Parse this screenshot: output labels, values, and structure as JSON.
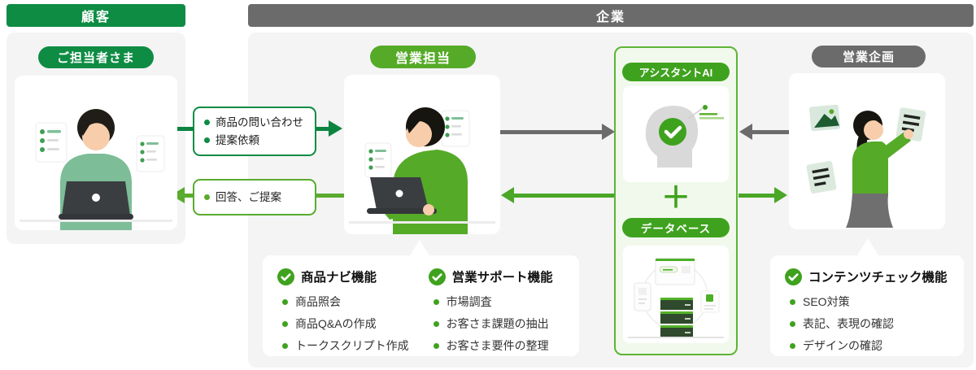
{
  "colors": {
    "dark_green": "#0e8c44",
    "mid_green": "#55aa28",
    "bright_green": "#3fa21e",
    "light_green_bg": "#f1f9ec",
    "green_border": "#5db535",
    "gray": "#6b6b6b",
    "panel_bg": "#f4f4f4"
  },
  "headers": {
    "customer": "顧客",
    "company": "企業"
  },
  "customer_panel": {
    "role": "ご担当者さま"
  },
  "sales": {
    "role": "営業担当"
  },
  "planning": {
    "role": "営業企画"
  },
  "assistant": {
    "ai_label": "アシスタントAI",
    "plus": "＋",
    "db_label": "データベース"
  },
  "request_flow": {
    "items": [
      "商品の問い合わせ",
      "提案依頼"
    ]
  },
  "response_flow": {
    "items": [
      "回答、ご提案"
    ]
  },
  "features": [
    {
      "title": "商品ナビ機能",
      "items": [
        "商品照会",
        "商品Q&Aの作成",
        "トークスクリプト作成"
      ]
    },
    {
      "title": "営業サポート機能",
      "items": [
        "市場調査",
        "お客さま課題の抽出",
        "お客さま要件の整理"
      ]
    },
    {
      "title": "コンテンツチェック機能",
      "items": [
        "SEO対策",
        "表記、表現の確認",
        "デザインの確認"
      ]
    }
  ]
}
